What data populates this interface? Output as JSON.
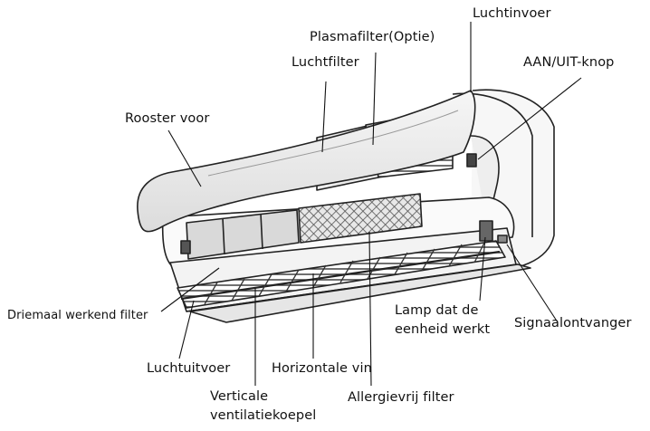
{
  "labels": {
    "luchtinvoer": "Luchtinvoer",
    "plasmafilter": "Plasmafilter(Optie)",
    "luchtfilter": "Luchtfilter",
    "aan_uit_knop": "AAN/UIT-knop",
    "rooster_voor": "Rooster voor",
    "driemaal_werkend_filter": "Driemaal werkend filter",
    "lamp_dat_de_eenheid_werkt": "Lamp dat de\neenheid werkt",
    "signaalontvanger": "Signaalontvanger",
    "luchtuitvoer": "Luchtuitvoer",
    "horizontale_vin": "Horizontale vin",
    "verticale_ventilatiekoepel": "Verticale\nventilatiekoepel",
    "allergievrij_filter": "Allergievrij filter"
  }
}
